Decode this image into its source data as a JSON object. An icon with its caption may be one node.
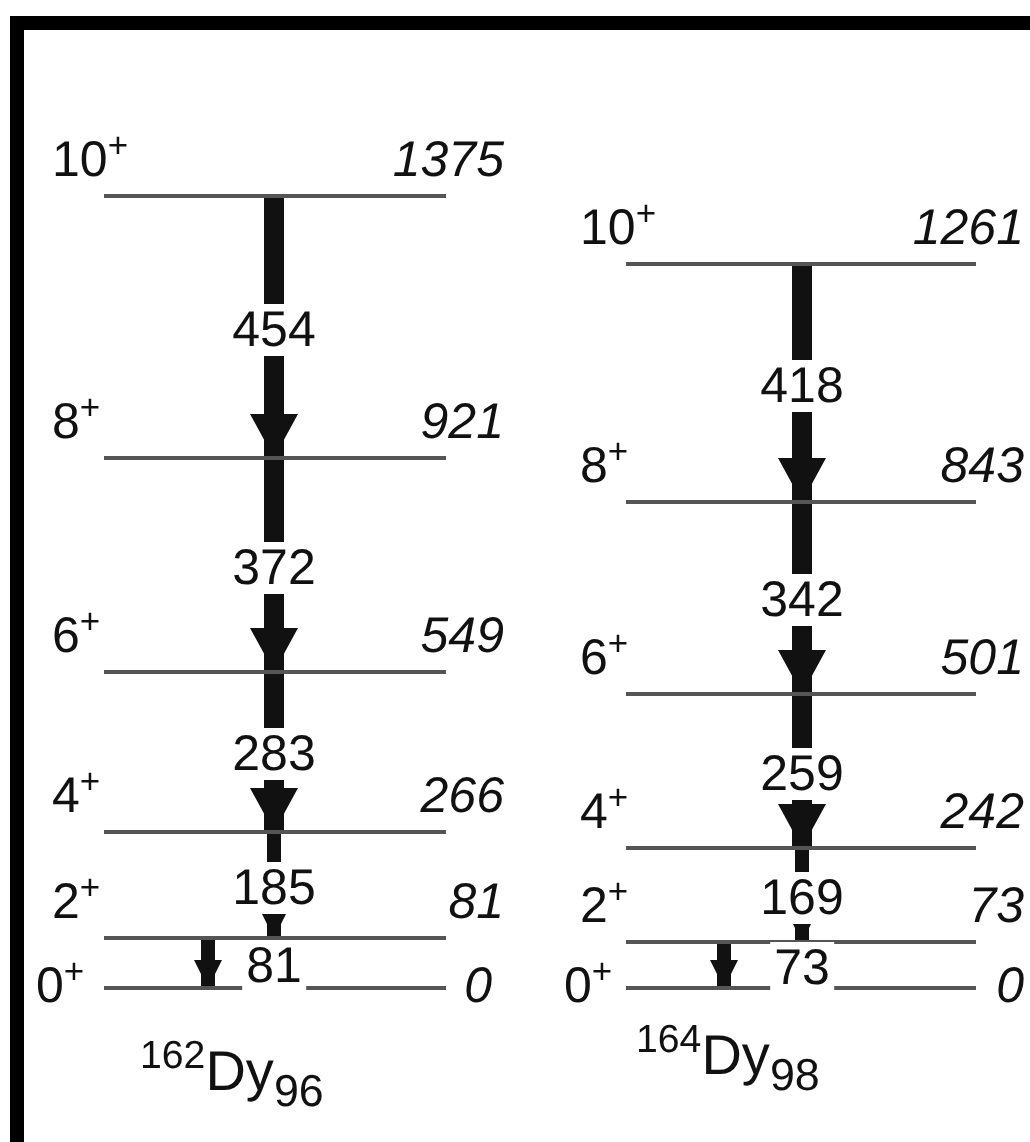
{
  "diagram": {
    "nodes": [
      {
        "text": [
          "10$^{+}$",
          "1375"
        ]
      },
      {
        "text": [
          "8$^{+}$",
          "921"
        ]
      },
      {
        "text": [
          "6$^{+}$",
          "549"
        ]
      },
      {
        "text": [
          "4$^{+}$",
          "266"
        ]
      },
      {
        "text": [
          "2$^{+}$",
          "81"
        ]
      },
      {
        "text": [
          "0$^{+}$",
          "0"
        ]
      },
      {
        "text": [
          "10$^{+}$",
          "1261"
        ]
      },
      {
        "text": [
          "8$^{+}$",
          "843"
        ]
      },
      {
        "text": [
          "6$^{+}$",
          "501"
        ]
      },
      {
        "text": [
          "4$^{+}$",
          "242"
        ]
      },
      {
        "text": [
          "2$^{+}$",
          "73"
        ]
      },
      {
        "text": [
          "0$^{+}$",
          "0"
        ]
      }
    ],
    "edges": [
      {
        "from": 0,
        "to": 1,
        "arrow": "to",
        "label": "454"
      },
      {
        "from": 1,
        "to": 2,
        "arrow": "to",
        "label": "372"
      },
      {
        "from": 2,
        "to": 3,
        "arrow": "to",
        "label": "283"
      },
      {
        "from": 3,
        "to": 4,
        "arrow": "to",
        "label": "185"
      },
      {
        "from": 4,
        "to": 5,
        "arrow": "to",
        "label": "81"
      },
      {
        "from": 6,
        "to": 7,
        "arrow": "to",
        "label": "418"
      },
      {
        "from": 7,
        "to": 8,
        "arrow": "to",
        "label": "342"
      },
      {
        "from": 8,
        "to": 9,
        "arrow": "to",
        "label": "259"
      },
      {
        "from": 9,
        "to": 10,
        "arrow": "to",
        "label": "169"
      },
      {
        "from": 10,
        "to": 11,
        "arrow": "to",
        "label": "73"
      }
    ],
    "labels": [
      "$^{162}$Dy$_{96}$",
      "$^{164}$Dy$_{98}$"
    ]
  }
}
